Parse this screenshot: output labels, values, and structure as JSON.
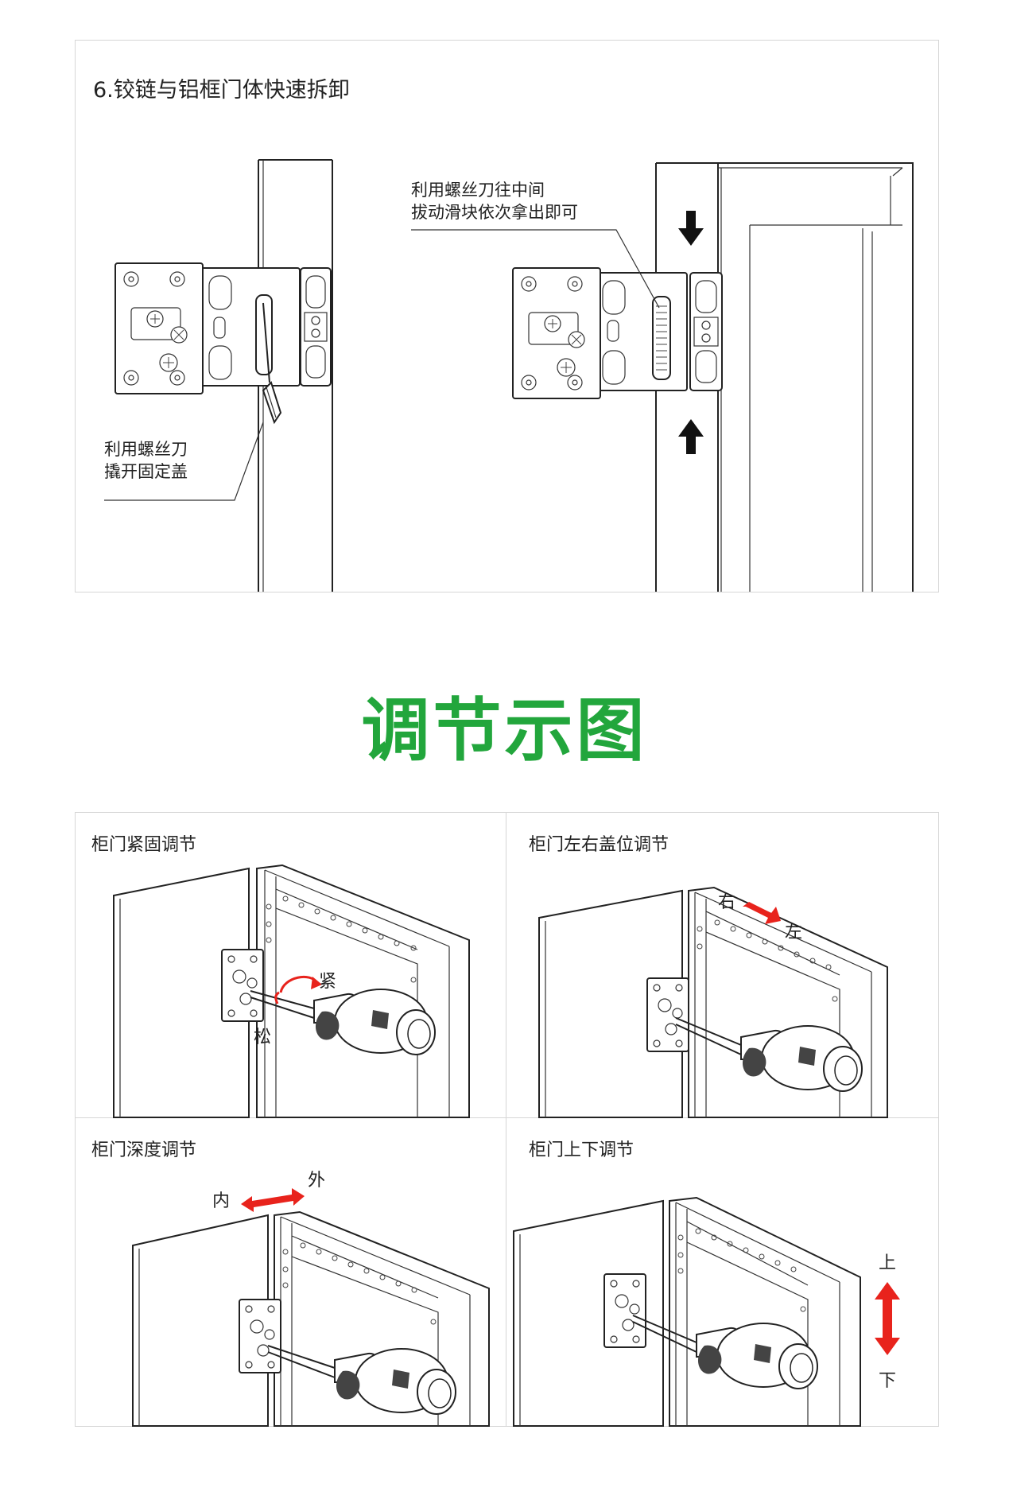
{
  "step": {
    "title": "6.铰链与铝框门体快速拆卸",
    "left_callout": [
      "利用螺丝刀",
      "撬开固定盖"
    ],
    "right_callout": [
      "利用螺丝刀往中间",
      "拔动滑块依次拿出即可"
    ]
  },
  "section": {
    "title": "调节示图",
    "color": "#22a63c"
  },
  "quads": [
    {
      "title": "柜门紧固调节",
      "labels": {
        "tight": "紧",
        "loose": "松"
      }
    },
    {
      "title": "柜门左右盖位调节",
      "labels": {
        "right": "右",
        "left": "左"
      }
    },
    {
      "title": "柜门深度调节",
      "labels": {
        "inner": "内",
        "outer": "外"
      }
    },
    {
      "title": "柜门上下调节",
      "labels": {
        "up": "上",
        "down": "下"
      }
    }
  ],
  "accent_red": "#e8231c"
}
